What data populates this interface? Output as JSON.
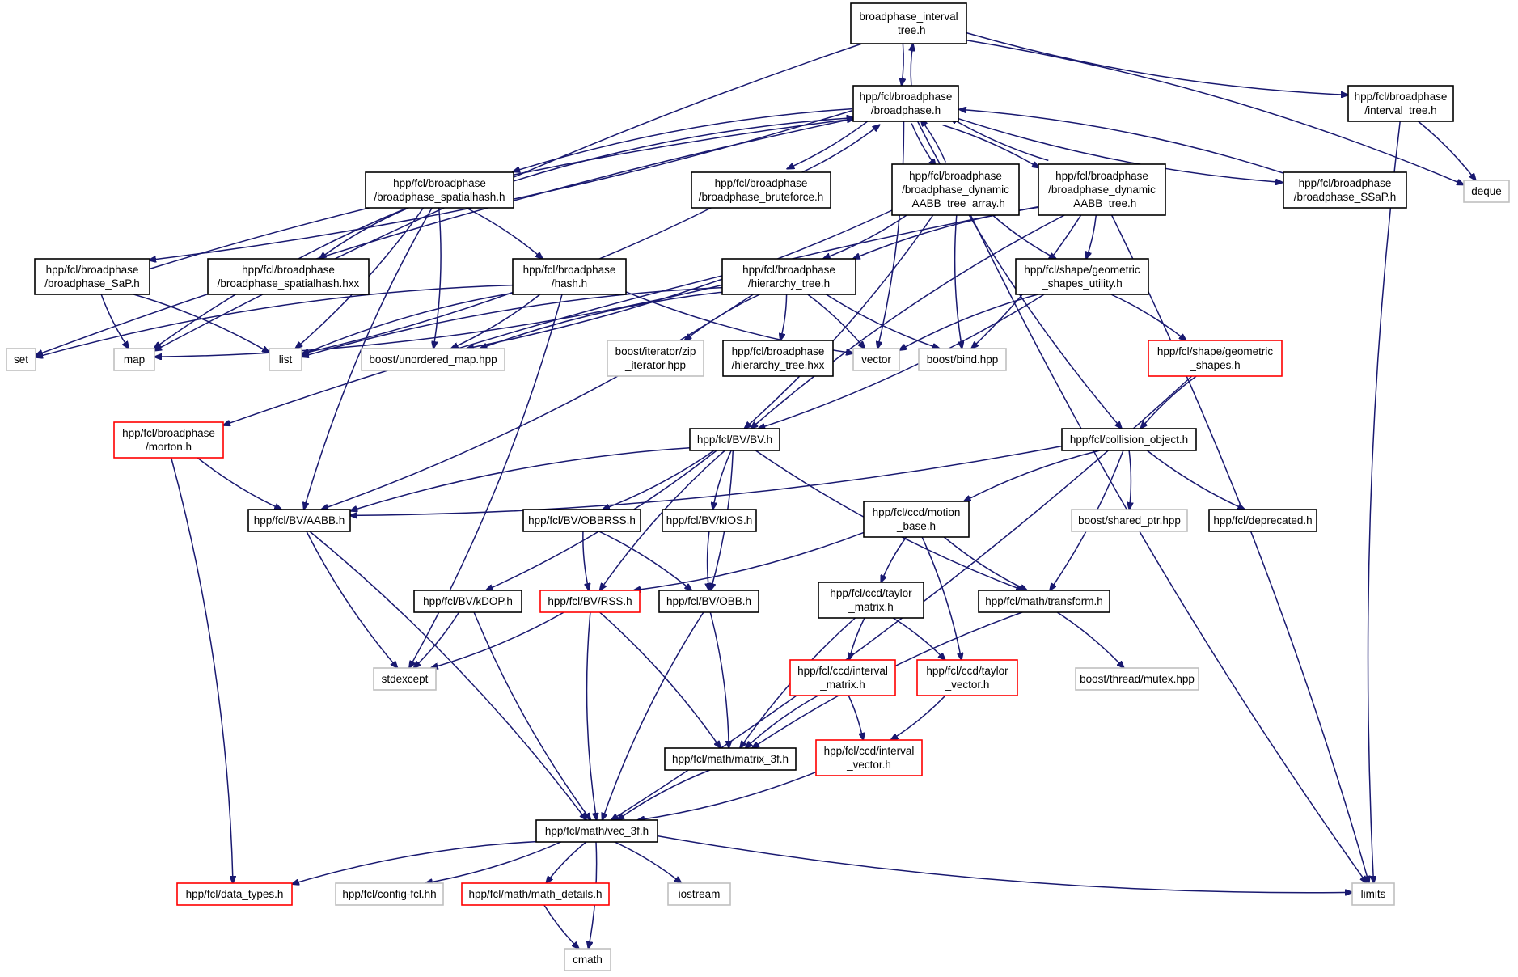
{
  "colors": {
    "edge": "#191970",
    "root_fill": "#bfbfbf",
    "root_border": "#000000",
    "documented_border": "#000000",
    "external_border": "#bfbfbf",
    "incomplete_border": "#ff0000"
  },
  "nodes": [
    {
      "id": "root",
      "lines": [
        "broadphase_interval",
        "_tree.h"
      ],
      "kind": "root"
    },
    {
      "id": "bp",
      "lines": [
        "hpp/fcl/broadphase",
        "/broadphase.h"
      ],
      "kind": "documented"
    },
    {
      "id": "itree",
      "lines": [
        "hpp/fcl/broadphase",
        "/interval_tree.h"
      ],
      "kind": "documented"
    },
    {
      "id": "deque",
      "lines": [
        "deque"
      ],
      "kind": "external"
    },
    {
      "id": "sh",
      "lines": [
        "hpp/fcl/broadphase",
        "/broadphase_spatialhash.h"
      ],
      "kind": "documented"
    },
    {
      "id": "bf",
      "lines": [
        "hpp/fcl/broadphase",
        "/broadphase_bruteforce.h"
      ],
      "kind": "documented"
    },
    {
      "id": "dta",
      "lines": [
        "hpp/fcl/broadphase",
        "/broadphase_dynamic",
        "_AABB_tree_array.h"
      ],
      "kind": "documented"
    },
    {
      "id": "dt",
      "lines": [
        "hpp/fcl/broadphase",
        "/broadphase_dynamic",
        "_AABB_tree.h"
      ],
      "kind": "documented"
    },
    {
      "id": "ssap",
      "lines": [
        "hpp/fcl/broadphase",
        "/broadphase_SSaP.h"
      ],
      "kind": "documented"
    },
    {
      "id": "sap",
      "lines": [
        "hpp/fcl/broadphase",
        "/broadphase_SaP.h"
      ],
      "kind": "documented"
    },
    {
      "id": "shx",
      "lines": [
        "hpp/fcl/broadphase",
        "/broadphase_spatialhash.hxx"
      ],
      "kind": "documented"
    },
    {
      "id": "hash",
      "lines": [
        "hpp/fcl/broadphase",
        "/hash.h"
      ],
      "kind": "documented"
    },
    {
      "id": "ht",
      "lines": [
        "hpp/fcl/broadphase",
        "/hierarchy_tree.h"
      ],
      "kind": "documented"
    },
    {
      "id": "gsu",
      "lines": [
        "hpp/fcl/shape/geometric",
        "_shapes_utility.h"
      ],
      "kind": "documented"
    },
    {
      "id": "set",
      "lines": [
        "set"
      ],
      "kind": "external"
    },
    {
      "id": "map",
      "lines": [
        "map"
      ],
      "kind": "external"
    },
    {
      "id": "list",
      "lines": [
        "list"
      ],
      "kind": "external"
    },
    {
      "id": "umap",
      "lines": [
        "boost/unordered_map.hpp"
      ],
      "kind": "external"
    },
    {
      "id": "zip",
      "lines": [
        "boost/iterator/zip",
        "_iterator.hpp"
      ],
      "kind": "external"
    },
    {
      "id": "htx",
      "lines": [
        "hpp/fcl/broadphase",
        "/hierarchy_tree.hxx"
      ],
      "kind": "documented"
    },
    {
      "id": "vector",
      "lines": [
        "vector"
      ],
      "kind": "external"
    },
    {
      "id": "bind",
      "lines": [
        "boost/bind.hpp"
      ],
      "kind": "external"
    },
    {
      "id": "gs",
      "lines": [
        "hpp/fcl/shape/geometric",
        "_shapes.h"
      ],
      "kind": "incomplete"
    },
    {
      "id": "morton",
      "lines": [
        "hpp/fcl/broadphase",
        "/morton.h"
      ],
      "kind": "incomplete"
    },
    {
      "id": "bv",
      "lines": [
        "hpp/fcl/BV/BV.h"
      ],
      "kind": "documented"
    },
    {
      "id": "co",
      "lines": [
        "hpp/fcl/collision_object.h"
      ],
      "kind": "documented"
    },
    {
      "id": "aabb",
      "lines": [
        "hpp/fcl/BV/AABB.h"
      ],
      "kind": "documented"
    },
    {
      "id": "obbrss",
      "lines": [
        "hpp/fcl/BV/OBBRSS.h"
      ],
      "kind": "documented"
    },
    {
      "id": "kios",
      "lines": [
        "hpp/fcl/BV/kIOS.h"
      ],
      "kind": "documented"
    },
    {
      "id": "motion",
      "lines": [
        "hpp/fcl/ccd/motion",
        "_base.h"
      ],
      "kind": "documented"
    },
    {
      "id": "sptr",
      "lines": [
        "boost/shared_ptr.hpp"
      ],
      "kind": "external"
    },
    {
      "id": "depr",
      "lines": [
        "hpp/fcl/deprecated.h"
      ],
      "kind": "documented"
    },
    {
      "id": "kdop",
      "lines": [
        "hpp/fcl/BV/kDOP.h"
      ],
      "kind": "documented"
    },
    {
      "id": "rss",
      "lines": [
        "hpp/fcl/BV/RSS.h"
      ],
      "kind": "incomplete"
    },
    {
      "id": "obb",
      "lines": [
        "hpp/fcl/BV/OBB.h"
      ],
      "kind": "documented"
    },
    {
      "id": "tm",
      "lines": [
        "hpp/fcl/ccd/taylor",
        "_matrix.h"
      ],
      "kind": "documented"
    },
    {
      "id": "transform",
      "lines": [
        "hpp/fcl/math/transform.h"
      ],
      "kind": "documented"
    },
    {
      "id": "stdexcept",
      "lines": [
        "stdexcept"
      ],
      "kind": "external"
    },
    {
      "id": "im",
      "lines": [
        "hpp/fcl/ccd/interval",
        "_matrix.h"
      ],
      "kind": "incomplete"
    },
    {
      "id": "tv",
      "lines": [
        "hpp/fcl/ccd/taylor",
        "_vector.h"
      ],
      "kind": "incomplete"
    },
    {
      "id": "mutex",
      "lines": [
        "boost/thread/mutex.hpp"
      ],
      "kind": "external"
    },
    {
      "id": "m3",
      "lines": [
        "hpp/fcl/math/matrix_3f.h"
      ],
      "kind": "documented"
    },
    {
      "id": "iv",
      "lines": [
        "hpp/fcl/ccd/interval",
        "_vector.h"
      ],
      "kind": "incomplete"
    },
    {
      "id": "v3",
      "lines": [
        "hpp/fcl/math/vec_3f.h"
      ],
      "kind": "documented"
    },
    {
      "id": "dtypes",
      "lines": [
        "hpp/fcl/data_types.h"
      ],
      "kind": "incomplete"
    },
    {
      "id": "config",
      "lines": [
        "hpp/fcl/config-fcl.hh"
      ],
      "kind": "external"
    },
    {
      "id": "mdet",
      "lines": [
        "hpp/fcl/math/math_details.h"
      ],
      "kind": "incomplete"
    },
    {
      "id": "iostream",
      "lines": [
        "iostream"
      ],
      "kind": "external"
    },
    {
      "id": "limits",
      "lines": [
        "limits"
      ],
      "kind": "external"
    },
    {
      "id": "cmath",
      "lines": [
        "cmath"
      ],
      "kind": "external"
    }
  ],
  "edges": [
    [
      "root",
      "bp"
    ],
    [
      "root",
      "itree"
    ],
    [
      "root",
      "deque"
    ],
    [
      "root",
      "map"
    ],
    [
      "bp",
      "root"
    ],
    [
      "bp",
      "sh"
    ],
    [
      "bp",
      "bf"
    ],
    [
      "bp",
      "dta"
    ],
    [
      "bp",
      "dt"
    ],
    [
      "bp",
      "ssap"
    ],
    [
      "bp",
      "sap"
    ],
    [
      "bp",
      "set"
    ],
    [
      "bp",
      "vector"
    ],
    [
      "bp",
      "co"
    ],
    [
      "itree",
      "deque"
    ],
    [
      "itree",
      "limits"
    ],
    [
      "sh",
      "bp"
    ],
    [
      "sh",
      "shx"
    ],
    [
      "sh",
      "hash"
    ],
    [
      "sh",
      "map"
    ],
    [
      "sh",
      "list"
    ],
    [
      "sh",
      "aabb"
    ],
    [
      "sh",
      "umap"
    ],
    [
      "bf",
      "bp"
    ],
    [
      "bf",
      "list"
    ],
    [
      "dta",
      "bp"
    ],
    [
      "dta",
      "ht"
    ],
    [
      "dta",
      "gsu"
    ],
    [
      "dta",
      "umap"
    ],
    [
      "dta",
      "bind"
    ],
    [
      "dta",
      "bv"
    ],
    [
      "dta",
      "limits"
    ],
    [
      "dt",
      "bp"
    ],
    [
      "dt",
      "ht"
    ],
    [
      "dt",
      "gsu"
    ],
    [
      "dt",
      "morton"
    ],
    [
      "dt",
      "bind"
    ],
    [
      "dt",
      "bv"
    ],
    [
      "dt",
      "limits"
    ],
    [
      "ssap",
      "bp"
    ],
    [
      "sap",
      "bp"
    ],
    [
      "sap",
      "map"
    ],
    [
      "sap",
      "list"
    ],
    [
      "hash",
      "list"
    ],
    [
      "hash",
      "umap"
    ],
    [
      "hash",
      "vector"
    ],
    [
      "hash",
      "stdexcept"
    ],
    [
      "hash",
      "set"
    ],
    [
      "ht",
      "htx"
    ],
    [
      "ht",
      "zip"
    ],
    [
      "ht",
      "vector"
    ],
    [
      "ht",
      "bind"
    ],
    [
      "ht",
      "map"
    ],
    [
      "ht",
      "umap"
    ],
    [
      "ht",
      "aabb"
    ],
    [
      "ht",
      "list"
    ],
    [
      "gsu",
      "gs"
    ],
    [
      "gsu",
      "vector"
    ],
    [
      "gsu",
      "bv"
    ],
    [
      "gs",
      "co"
    ],
    [
      "gs",
      "v3"
    ],
    [
      "morton",
      "aabb"
    ],
    [
      "morton",
      "dtypes"
    ],
    [
      "bv",
      "aabb"
    ],
    [
      "bv",
      "obbrss"
    ],
    [
      "bv",
      "kios"
    ],
    [
      "bv",
      "kdop"
    ],
    [
      "bv",
      "rss"
    ],
    [
      "bv",
      "obb"
    ],
    [
      "bv",
      "transform"
    ],
    [
      "co",
      "aabb"
    ],
    [
      "co",
      "motion"
    ],
    [
      "co",
      "sptr"
    ],
    [
      "co",
      "depr"
    ],
    [
      "co",
      "transform"
    ],
    [
      "aabb",
      "stdexcept"
    ],
    [
      "aabb",
      "v3"
    ],
    [
      "obbrss",
      "rss"
    ],
    [
      "obbrss",
      "obb"
    ],
    [
      "kios",
      "obb"
    ],
    [
      "motion",
      "rss"
    ],
    [
      "motion",
      "tm"
    ],
    [
      "motion",
      "tv"
    ],
    [
      "motion",
      "transform"
    ],
    [
      "kdop",
      "stdexcept"
    ],
    [
      "kdop",
      "v3"
    ],
    [
      "rss",
      "stdexcept"
    ],
    [
      "rss",
      "v3"
    ],
    [
      "rss",
      "m3"
    ],
    [
      "obb",
      "v3"
    ],
    [
      "obb",
      "m3"
    ],
    [
      "tm",
      "im"
    ],
    [
      "tm",
      "tv"
    ],
    [
      "tm",
      "m3"
    ],
    [
      "transform",
      "mutex"
    ],
    [
      "transform",
      "m3"
    ],
    [
      "im",
      "iv"
    ],
    [
      "im",
      "m3"
    ],
    [
      "tv",
      "iv"
    ],
    [
      "m3",
      "v3"
    ],
    [
      "iv",
      "v3"
    ],
    [
      "v3",
      "dtypes"
    ],
    [
      "v3",
      "config"
    ],
    [
      "v3",
      "mdet"
    ],
    [
      "v3",
      "iostream"
    ],
    [
      "v3",
      "limits"
    ],
    [
      "v3",
      "cmath"
    ],
    [
      "mdet",
      "cmath"
    ]
  ]
}
